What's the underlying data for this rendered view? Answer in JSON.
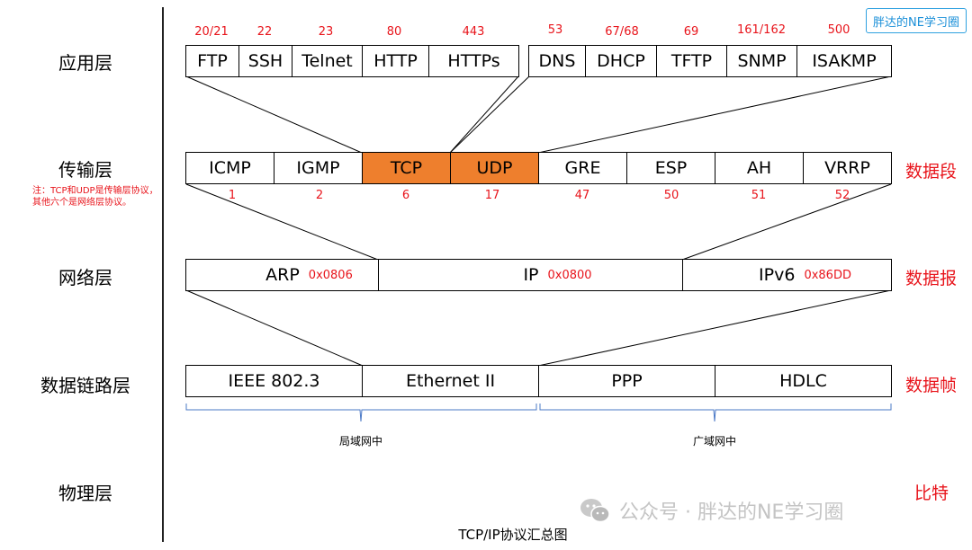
{
  "badge": "胖达的NE学习圈",
  "caption": "TCP/IP协议汇总图",
  "watermark": "公众号 · 胖达的NE学习圈",
  "layers": {
    "application": "应用层",
    "transport": "传输层",
    "network": "网络层",
    "datalink": "数据链路层",
    "physical": "物理层"
  },
  "side_labels": {
    "transport": "数据段",
    "network": "数据报",
    "datalink": "数据帧",
    "physical": "比特"
  },
  "transport_note": "注：TCP和UDP是传输层协议，其他六个是网络层协议。",
  "app_tcp": [
    {
      "name": "FTP",
      "port": "20/21"
    },
    {
      "name": "SSH",
      "port": "22"
    },
    {
      "name": "Telnet",
      "port": "23"
    },
    {
      "name": "HTTP",
      "port": "80"
    },
    {
      "name": "HTTPs",
      "port": "443"
    }
  ],
  "app_udp": [
    {
      "name": "DNS",
      "port": "53"
    },
    {
      "name": "DHCP",
      "port": "67/68"
    },
    {
      "name": "TFTP",
      "port": "69"
    },
    {
      "name": "SNMP",
      "port": "161/162"
    },
    {
      "name": "ISAKMP",
      "port": "500"
    }
  ],
  "transport": [
    {
      "name": "ICMP",
      "num": "1"
    },
    {
      "name": "IGMP",
      "num": "2"
    },
    {
      "name": "TCP",
      "num": "6"
    },
    {
      "name": "UDP",
      "num": "17"
    },
    {
      "name": "GRE",
      "num": "47"
    },
    {
      "name": "ESP",
      "num": "50"
    },
    {
      "name": "AH",
      "num": "51"
    },
    {
      "name": "VRRP",
      "num": "52"
    }
  ],
  "network": [
    {
      "name": "ARP",
      "type": "0x0806"
    },
    {
      "name": "IP",
      "type": "0x0800"
    },
    {
      "name": "IPv6",
      "type": "0x86DD"
    }
  ],
  "datalink": [
    "IEEE 802.3",
    "Ethernet II",
    "PPP",
    "HDLC"
  ],
  "brace_labels": {
    "lan": "局域网中",
    "wan": "广域网中"
  },
  "colors": {
    "highlight": "#ee7f2d",
    "red_text": "#e8141b",
    "brace": "#4a78c6",
    "badge": "#2fa1e0"
  }
}
